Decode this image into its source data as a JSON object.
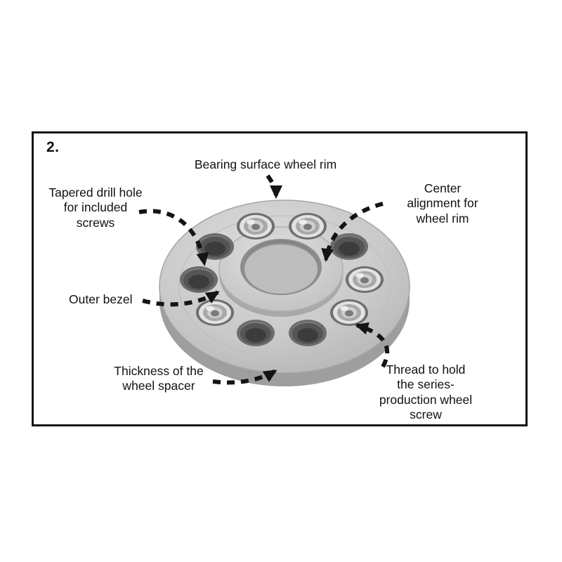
{
  "figure": {
    "number": "2."
  },
  "labels": {
    "bearing_surface": "Bearing surface wheel rim",
    "tapered_drill_hole": "Tapered drill hole\nfor included\nscrews",
    "center_alignment": "Center alignment for\nwheel rim",
    "outer_bezel": "Outer bezel",
    "thickness": "Thickness of the\nwheel spacer",
    "thread": "Thread to hold the series-\nproduction wheel screw"
  },
  "illustration": {
    "name": "wheel-spacer-photo",
    "description": "Aluminium wheel spacer viewed at an angle with center bore, five tapered drill holes and five threaded holes"
  },
  "colors": {
    "line": "#141414",
    "face": "#c7c7c7",
    "side": "#9a9a9a",
    "hole_dark": "#4a4a4a",
    "thread_bright": "#e2e2e2"
  }
}
